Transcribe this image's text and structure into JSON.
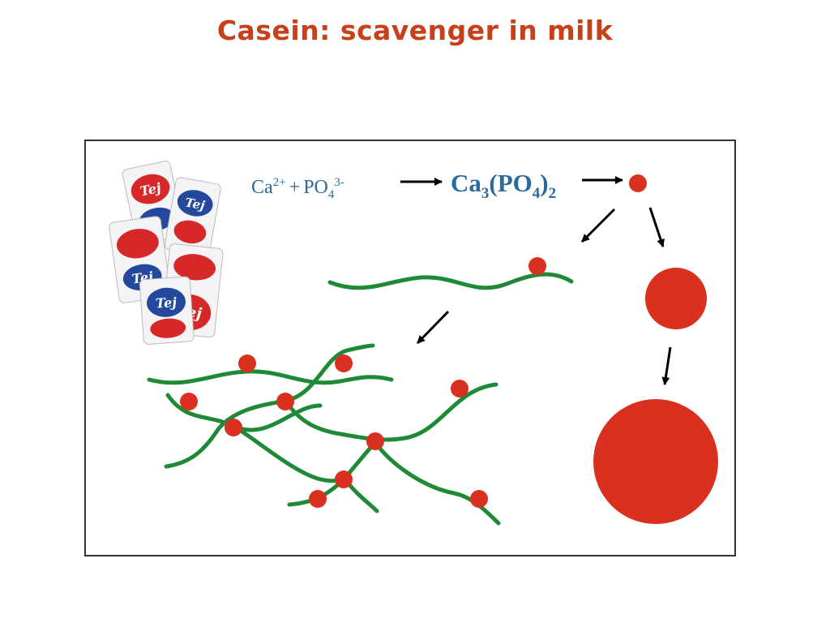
{
  "title": "Casein: scavenger in milk",
  "equation": {
    "ion1": "Ca",
    "ion1_charge": "2+",
    "plus": "+",
    "ion2": "PO",
    "ion2_sub": "4",
    "ion2_charge": "3-",
    "product_a": "Ca",
    "product_sub1": "3",
    "product_open": "(",
    "product_po": "PO",
    "product_sub2": "4",
    "product_close": ")",
    "product_sub3": "2"
  },
  "milk_bags": {
    "brand_text": "Tej",
    "colors": {
      "red": "#d62828",
      "blue": "#24489c",
      "white": "#f4f4f6"
    }
  },
  "colors": {
    "title": "#c8401a",
    "casein_strand": "#1e8a36",
    "calcium_phosphate": "#d93020",
    "equation": "#2a6a9e",
    "arrow": "#000000",
    "frame": "#333333"
  }
}
